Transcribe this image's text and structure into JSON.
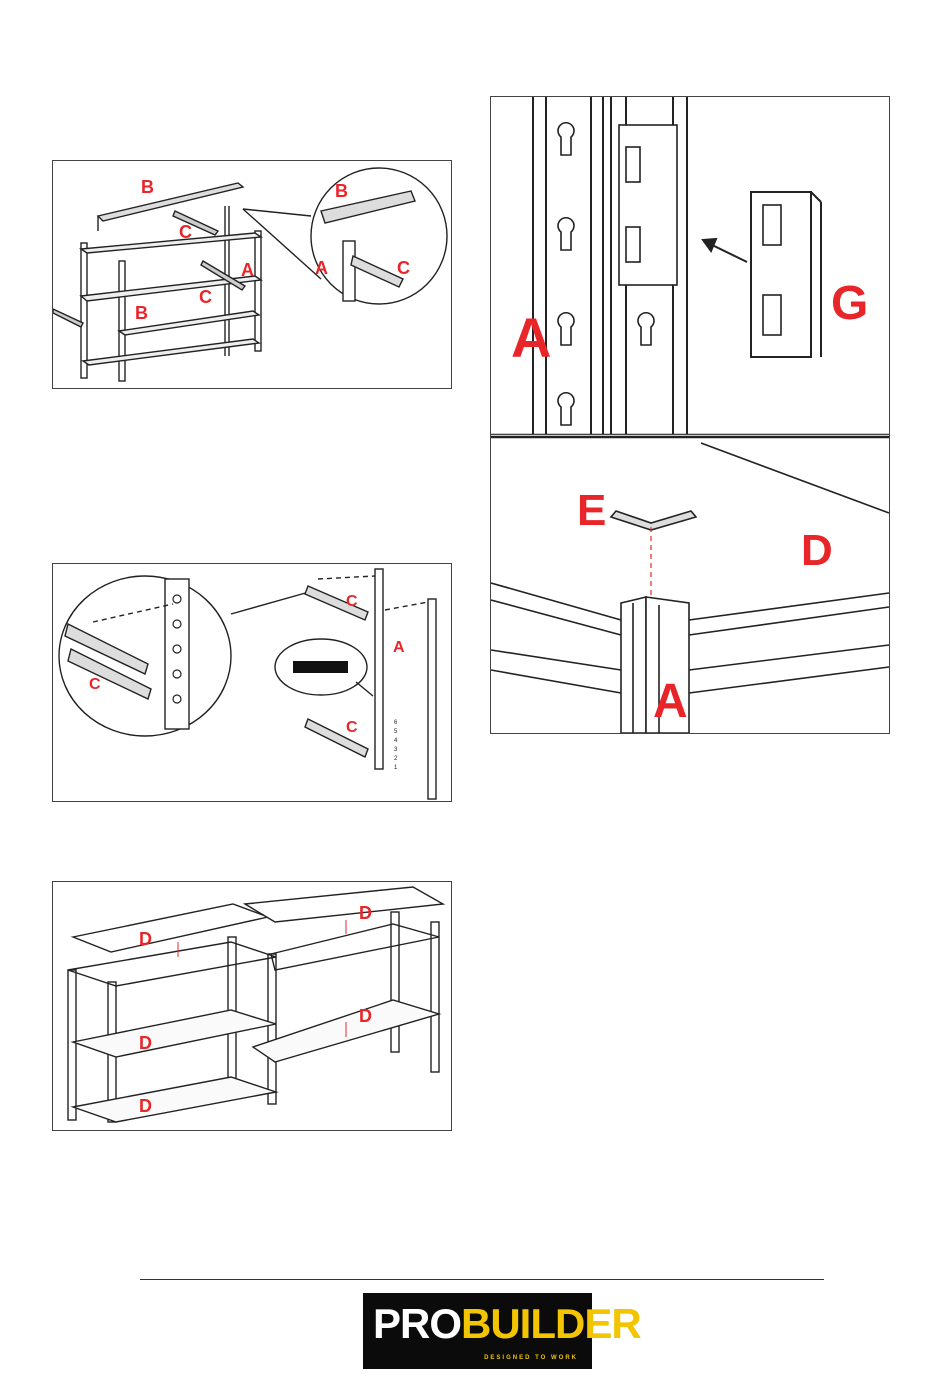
{
  "figures": {
    "fig1": {
      "labels": {
        "b_top": "B",
        "c_top": "C",
        "a": "A",
        "c_mid": "C",
        "b_mid": "B",
        "zoom_b": "B",
        "zoom_a": "A",
        "zoom_c": "C"
      }
    },
    "fig2": {
      "labels": {
        "zoom_c": "C",
        "c_top": "C",
        "a": "A",
        "c_bottom": "C"
      },
      "hole_numbers": [
        "6",
        "5",
        "4",
        "3",
        "2",
        "1"
      ]
    },
    "fig3": {
      "labels": {
        "d_left_top": "D",
        "d_right_top": "D",
        "d_left_mid": "D",
        "d_right_mid": "D",
        "d_left_bottom": "D"
      }
    },
    "fig4": {
      "labels": {
        "a": "A",
        "g": "G"
      }
    },
    "fig5": {
      "labels": {
        "e": "E",
        "d": "D",
        "a": "A"
      }
    }
  },
  "footer": {
    "logo": {
      "pro": "PRO",
      "builder": "BUILDER",
      "tagline": "DESIGNED TO WORK"
    }
  },
  "colors": {
    "label": "#e8262a",
    "logo_bg": "#0b0b0b",
    "logo_accent": "#f2c500"
  }
}
